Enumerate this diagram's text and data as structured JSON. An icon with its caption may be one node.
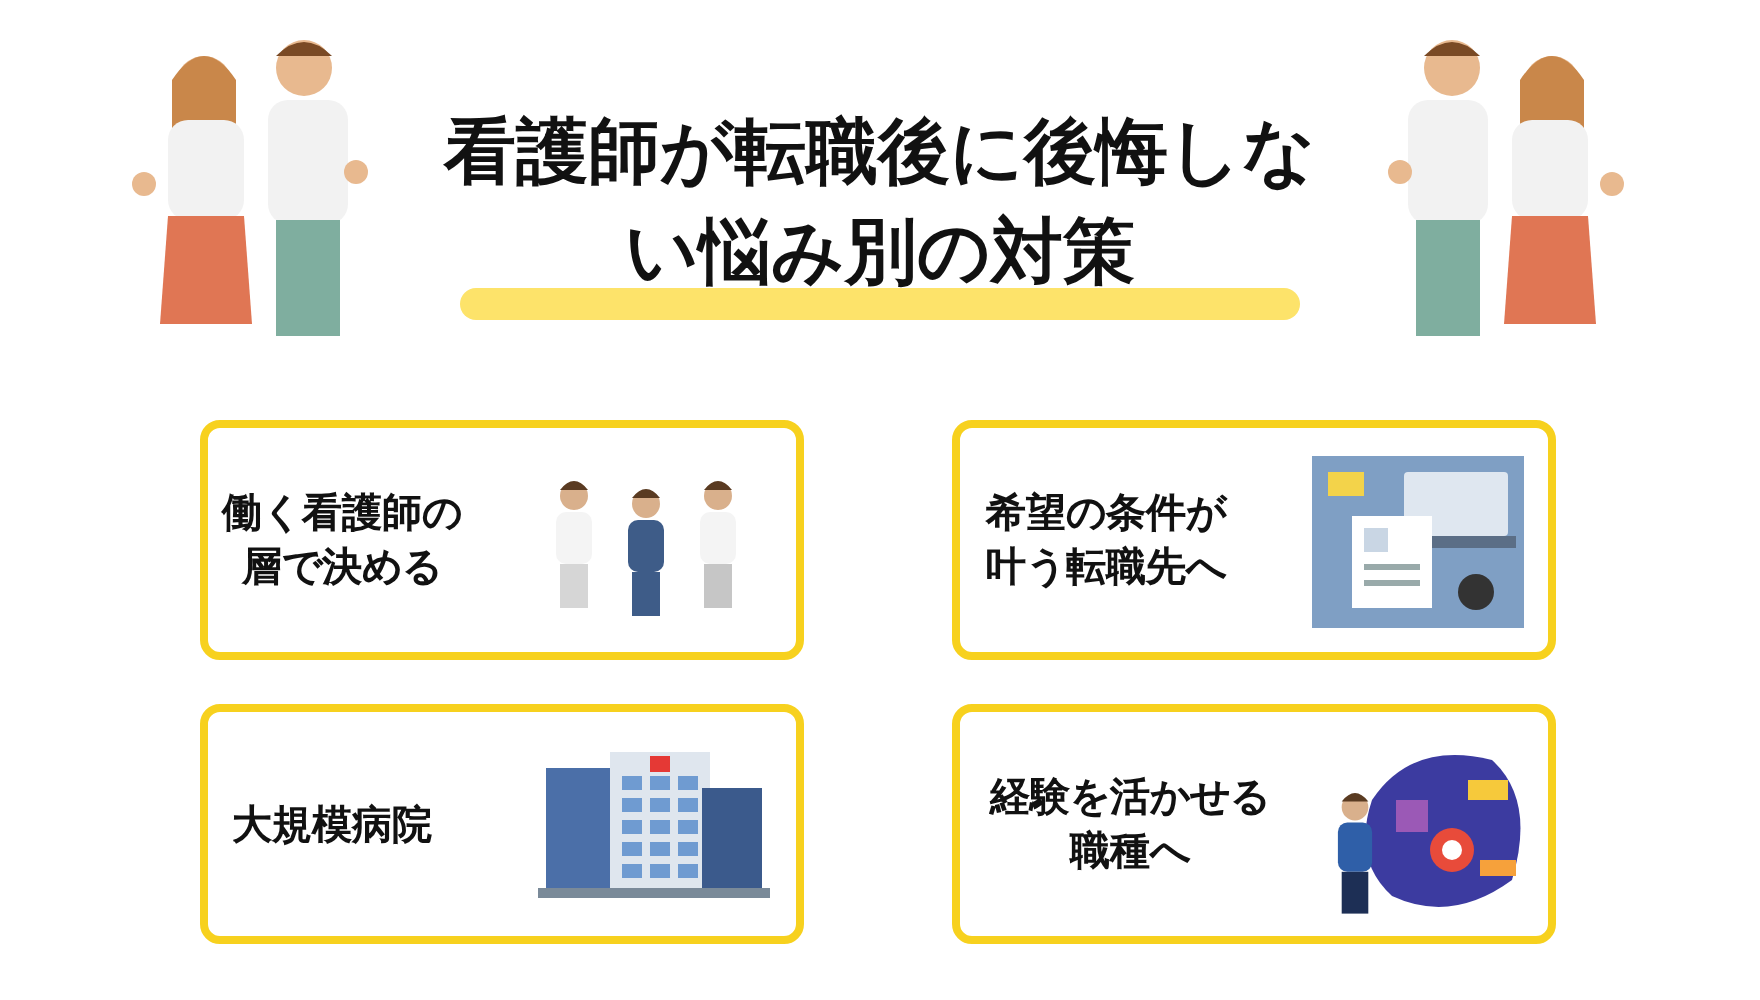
{
  "diagram": {
    "title": "看護師が転職後に後悔しない悩み別の対策",
    "nodes": [
      {
        "text": [
          "働く看護師の層で決める"
        ]
      },
      {
        "text": [
          "希望の条件が叶う転職先へ"
        ]
      },
      {
        "text": [
          "大規模病院"
        ]
      },
      {
        "text": [
          "経験を活かせる職種へ"
        ]
      }
    ]
  }
}
